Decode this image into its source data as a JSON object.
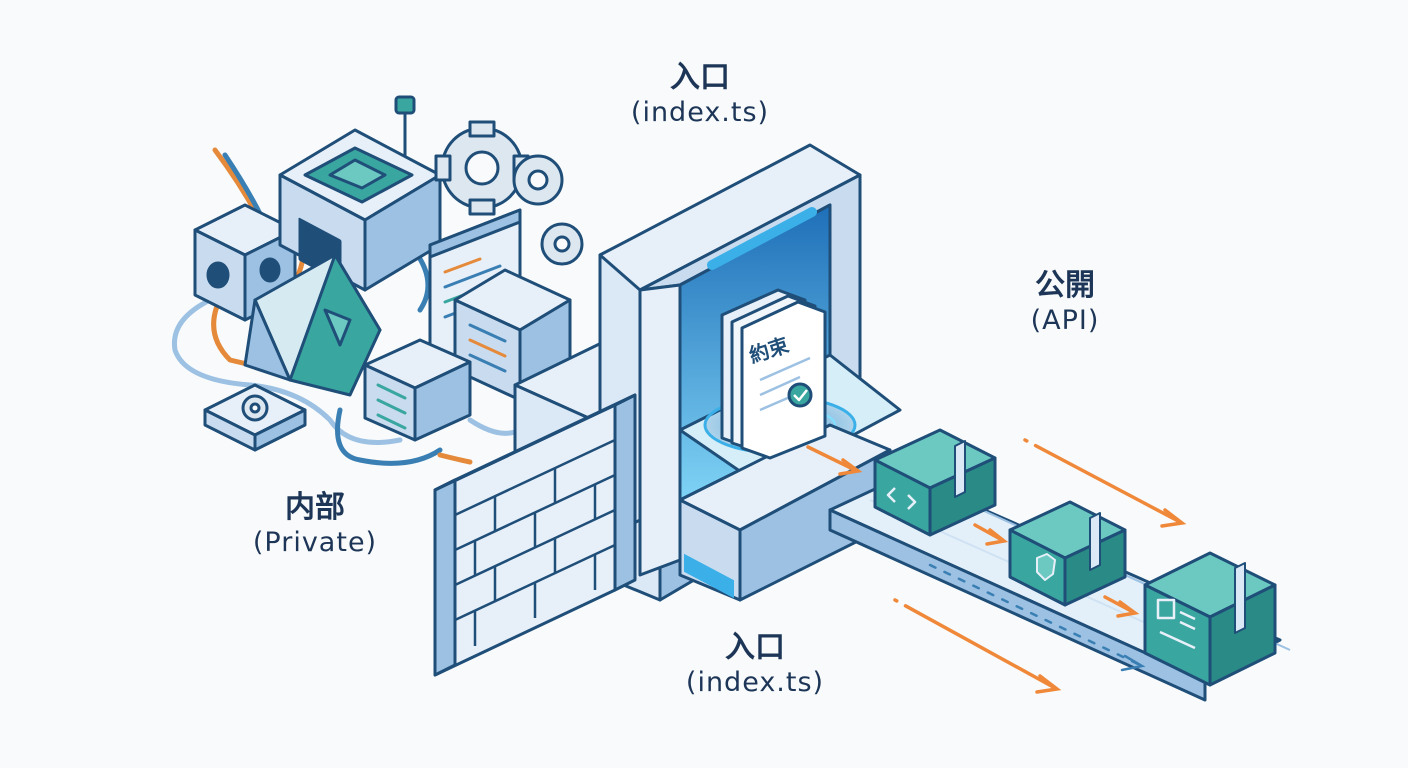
{
  "labels": {
    "entry_top": {
      "jp": "入口",
      "en": "(index.ts)"
    },
    "entry_bottom": {
      "jp": "入口",
      "en": "(index.ts)"
    },
    "public": {
      "jp": "公開",
      "en": "(API)"
    },
    "private": {
      "jp": "内部",
      "en": "(Private)"
    }
  },
  "document": {
    "title": "約束"
  },
  "colors": {
    "outline": "#1f4e79",
    "teal": "#3aa6a0",
    "teal_dark": "#2a8a86",
    "blue_light": "#dbe8f5",
    "blue_mid": "#9cc1e3",
    "glow": "#3bb0e8",
    "arrow": "#f0883a",
    "background": "#f8fafb"
  },
  "icons": [
    "gear-icon",
    "check-icon",
    "shield-icon",
    "code-icon",
    "card-icon"
  ]
}
